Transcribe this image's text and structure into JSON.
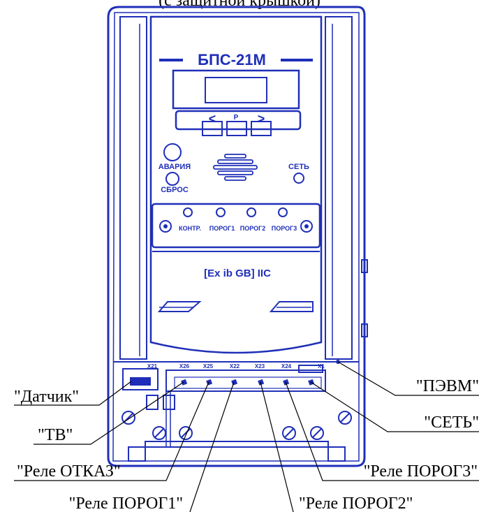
{
  "device": {
    "top_note": "(с защитной крышкой)",
    "model": "БПС-21М",
    "key_left": "<",
    "key_mid": "P",
    "key_right": ">",
    "alarm_label": "АВАРИЯ",
    "reset_label": "СБРОС",
    "power_label": "СЕТЬ",
    "led_labels": [
      "КОНТР.",
      "ПОРОГ1",
      "ПОРОГ2",
      "ПОРОГ3"
    ],
    "ex_marking": "[Ex ib GB] IIC",
    "connectors": [
      "X21",
      "X26",
      "X25",
      "X22",
      "X23",
      "X24",
      "X1"
    ]
  },
  "callouts": {
    "pc": "\"ПЭВМ\"",
    "sensor": "\"Датчик\"",
    "mains": "\"СЕТЬ\"",
    "tv": "\"ТВ\"",
    "relay_fail": "\"Реле ОТКАЗ\"",
    "relay_th3": "\"Реле ПОРОГ3\"",
    "relay_th1": "\"Реле ПОРОГ1\"",
    "relay_th2": "\"Реле ПОРОГ2\""
  },
  "colors": {
    "line": "#1f2fb8",
    "lead": "#000000"
  }
}
